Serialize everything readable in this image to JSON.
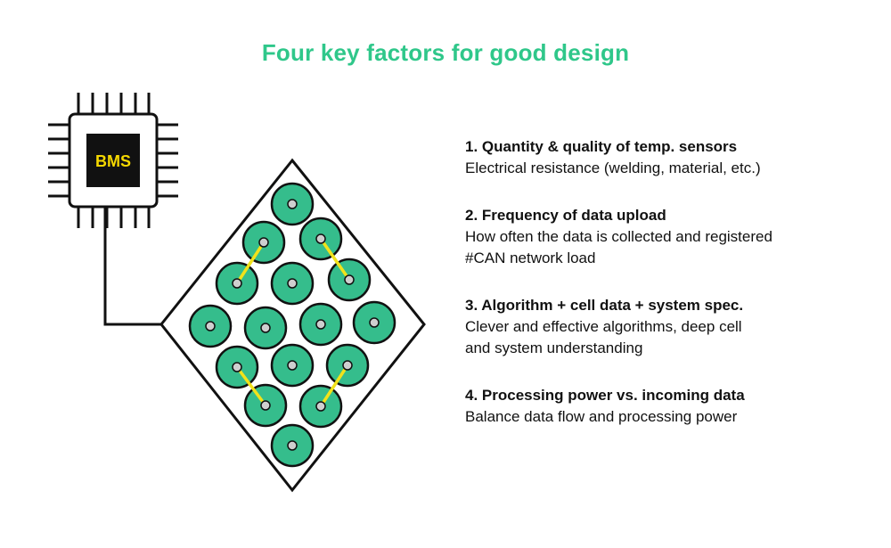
{
  "title": "Four key factors for good design",
  "colors": {
    "title": "#2fc78a",
    "cell_fill": "#35bd8c",
    "cell_stroke": "#111111",
    "terminal_fill": "#cfcfcf",
    "connector": "#f2e21a",
    "chip_label": "#f5d800",
    "chip_core": "#111111"
  },
  "chip": {
    "label": "BMS"
  },
  "factors": [
    {
      "heading": "1. Quantity & quality of temp. sensors",
      "lines": [
        "Electrical resistance (welding, material, etc.)"
      ]
    },
    {
      "heading": "2. Frequency of data upload",
      "lines": [
        "How often the data is collected and registered",
        "#CAN network load"
      ]
    },
    {
      "heading": "3. Algorithm + cell data + system spec.",
      "lines": [
        "Clever and effective algorithms, deep cell",
        "and system understanding"
      ]
    },
    {
      "heading": "4. Processing power vs. incoming data",
      "lines": [
        "Balance data flow and processing power"
      ]
    }
  ]
}
